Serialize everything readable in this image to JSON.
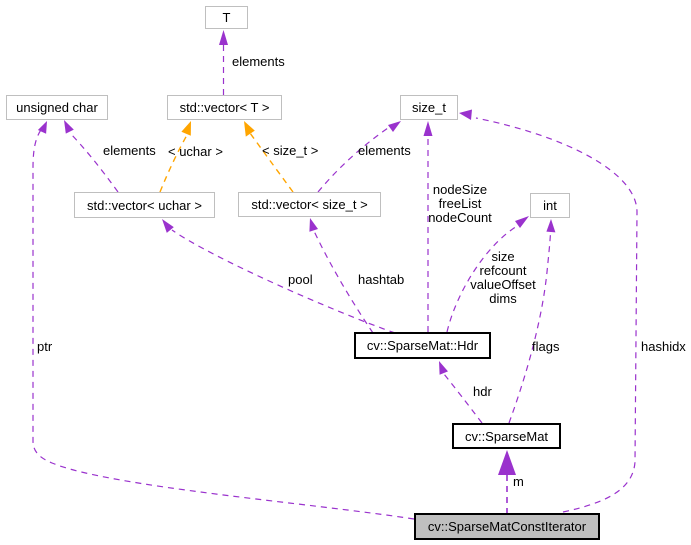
{
  "colors": {
    "usage_edge": "#9a32cd",
    "template_edge": "#ffa500",
    "external_node_border": "#bfbfbf",
    "documented_node_border": "#000000",
    "focus_node_fill": "#bfbfbf",
    "node_fill": "#ffffff",
    "text": "#000000",
    "background": "#ffffff"
  },
  "nodes": {
    "t": "T",
    "unsigned_char": "unsigned char",
    "vector_t": "std::vector< T >",
    "size_t": "size_t",
    "vector_uchar": "std::vector< uchar >",
    "vector_size_t": "std::vector< size_t >",
    "int": "int",
    "sparse_mat_hdr": "cv::SparseMat::Hdr",
    "sparse_mat": "cv::SparseMat",
    "sparse_mat_const_iterator": "cv::SparseMatConstIterator"
  },
  "edge_labels": {
    "elements_t": "elements",
    "elements_uchar": "elements",
    "template_uchar": "< uchar >",
    "template_size_t": "< size_t >",
    "elements_size_t": "elements",
    "hdr_size_t_fields": "nodeSize\nfreeList\nnodeCount",
    "hdr_int_fields": "size\nrefcount\nvalueOffset\ndims",
    "pool": "pool",
    "hashtab": "hashtab",
    "ptr": "ptr",
    "flags": "flags",
    "hashidx": "hashidx",
    "hdr": "hdr",
    "m": "m"
  }
}
